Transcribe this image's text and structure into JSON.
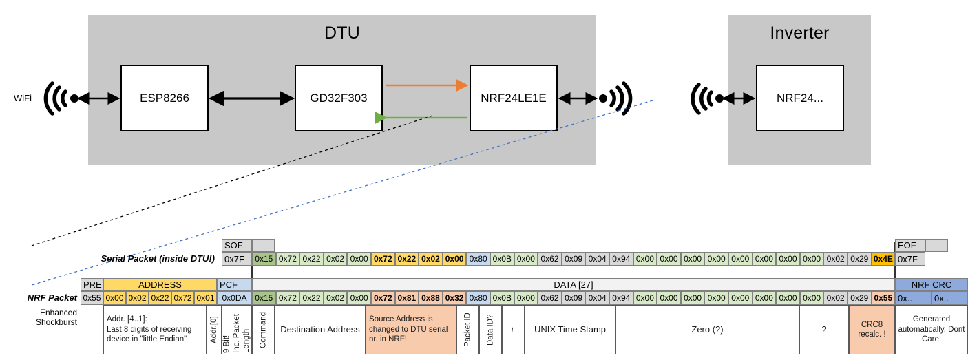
{
  "diagram": {
    "dtu": {
      "title": "DTU",
      "chips": [
        {
          "name": "ESP8266"
        },
        {
          "name": "GD32F303"
        },
        {
          "name": "NRF24LE1E"
        }
      ],
      "wifi_label": "WiFi",
      "arrow_colors": {
        "orange": "#ED7D31",
        "green": "#70AD47",
        "black": "#000000"
      }
    },
    "inverter": {
      "title": "Inverter",
      "chips": [
        {
          "name": "NRF24..."
        }
      ]
    },
    "connector_colors": {
      "black_dash": "#000000",
      "blue_dash": "#4472C4"
    }
  },
  "serial_packet": {
    "label": "Serial Packet (inside DTU!)",
    "sof_header": "SOF",
    "eof_header": "EOF",
    "sof_value": "0x7E",
    "eof_value": "0x7F",
    "bytes": [
      {
        "v": "0x15",
        "fill": "f-greend",
        "bold": false
      },
      {
        "v": "0x72",
        "fill": "f-green",
        "bold": false
      },
      {
        "v": "0x22",
        "fill": "f-green",
        "bold": false
      },
      {
        "v": "0x02",
        "fill": "f-green",
        "bold": false
      },
      {
        "v": "0x00",
        "fill": "f-green",
        "bold": false
      },
      {
        "v": "0x72",
        "fill": "f-yellow",
        "bold": true
      },
      {
        "v": "0x22",
        "fill": "f-yellow",
        "bold": true
      },
      {
        "v": "0x02",
        "fill": "f-yellow",
        "bold": true
      },
      {
        "v": "0x00",
        "fill": "f-yellow",
        "bold": true
      },
      {
        "v": "0x80",
        "fill": "f-blue",
        "bold": false
      },
      {
        "v": "0x0B",
        "fill": "f-green",
        "bold": false
      },
      {
        "v": "0x00",
        "fill": "f-green",
        "bold": false
      },
      {
        "v": "0x62",
        "fill": "f-grey",
        "bold": false
      },
      {
        "v": "0x09",
        "fill": "f-grey",
        "bold": false
      },
      {
        "v": "0x04",
        "fill": "f-grey",
        "bold": false
      },
      {
        "v": "0x94",
        "fill": "f-grey",
        "bold": false
      },
      {
        "v": "0x00",
        "fill": "f-green",
        "bold": false
      },
      {
        "v": "0x00",
        "fill": "f-green",
        "bold": false
      },
      {
        "v": "0x00",
        "fill": "f-green",
        "bold": false
      },
      {
        "v": "0x00",
        "fill": "f-green",
        "bold": false
      },
      {
        "v": "0x00",
        "fill": "f-green",
        "bold": false
      },
      {
        "v": "0x00",
        "fill": "f-green",
        "bold": false
      },
      {
        "v": "0x00",
        "fill": "f-green",
        "bold": false
      },
      {
        "v": "0x00",
        "fill": "f-green",
        "bold": false
      },
      {
        "v": "0x02",
        "fill": "f-grey",
        "bold": false
      },
      {
        "v": "0x29",
        "fill": "f-grey",
        "bold": false
      },
      {
        "v": "0x4E",
        "fill": "f-orange",
        "bold": true
      }
    ]
  },
  "nrf_packet": {
    "label": "NRF Packet",
    "sublabel": "Enhanced Shockburst",
    "headers": {
      "pre": "PRE",
      "address": "ADDRESS",
      "pcf": "PCF",
      "data": "DATA [27]",
      "crc": "NRF CRC"
    },
    "pre_value": "0x55",
    "address_values": [
      "0x00",
      "0x02",
      "0x22",
      "0x72",
      "0x01"
    ],
    "pcf_value": "0x0DA",
    "crc_values": [
      "0x..",
      "0x.."
    ],
    "bytes": [
      {
        "v": "0x15",
        "fill": "f-greend",
        "bold": false
      },
      {
        "v": "0x72",
        "fill": "f-green",
        "bold": false
      },
      {
        "v": "0x22",
        "fill": "f-green",
        "bold": false
      },
      {
        "v": "0x02",
        "fill": "f-green",
        "bold": false
      },
      {
        "v": "0x00",
        "fill": "f-green",
        "bold": false
      },
      {
        "v": "0x72",
        "fill": "f-salmon",
        "bold": true
      },
      {
        "v": "0x81",
        "fill": "f-salmon",
        "bold": true
      },
      {
        "v": "0x88",
        "fill": "f-salmon",
        "bold": true
      },
      {
        "v": "0x32",
        "fill": "f-salmon",
        "bold": true
      },
      {
        "v": "0x80",
        "fill": "f-blue",
        "bold": false
      },
      {
        "v": "0x0B",
        "fill": "f-green",
        "bold": false
      },
      {
        "v": "0x00",
        "fill": "f-green",
        "bold": false
      },
      {
        "v": "0x62",
        "fill": "f-grey",
        "bold": false
      },
      {
        "v": "0x09",
        "fill": "f-grey",
        "bold": false
      },
      {
        "v": "0x04",
        "fill": "f-grey",
        "bold": false
      },
      {
        "v": "0x94",
        "fill": "f-grey",
        "bold": false
      },
      {
        "v": "0x00",
        "fill": "f-green",
        "bold": false
      },
      {
        "v": "0x00",
        "fill": "f-green",
        "bold": false
      },
      {
        "v": "0x00",
        "fill": "f-green",
        "bold": false
      },
      {
        "v": "0x00",
        "fill": "f-green",
        "bold": false
      },
      {
        "v": "0x00",
        "fill": "f-green",
        "bold": false
      },
      {
        "v": "0x00",
        "fill": "f-green",
        "bold": false
      },
      {
        "v": "0x00",
        "fill": "f-green",
        "bold": false
      },
      {
        "v": "0x00",
        "fill": "f-green",
        "bold": false
      },
      {
        "v": "0x02",
        "fill": "f-grey",
        "bold": false
      },
      {
        "v": "0x29",
        "fill": "f-grey",
        "bold": false
      },
      {
        "v": "0x55",
        "fill": "f-salmon",
        "bold": true
      }
    ]
  },
  "descriptions": {
    "address_note": "Addr. [4..1]:\nLast 8 digits of receiving device in \"little Endian\"",
    "addr0": "Addr.[0]",
    "packet_length": "9 Bit!\nInc. Packet Length",
    "command": "Command",
    "destination_address": "Destination Address",
    "source_note": "Source Address is changed to DTU serial nr. in NRF!",
    "packet_id": "Packet ID",
    "data_id": "Data ID?",
    "tilde1": "~",
    "unix_time": "UNIX Time Stamp",
    "zero": "Zero (?)",
    "question": "?",
    "crc8": "CRC8 recalc. !",
    "crc_auto": "Generated automatically. Dont Care!"
  }
}
